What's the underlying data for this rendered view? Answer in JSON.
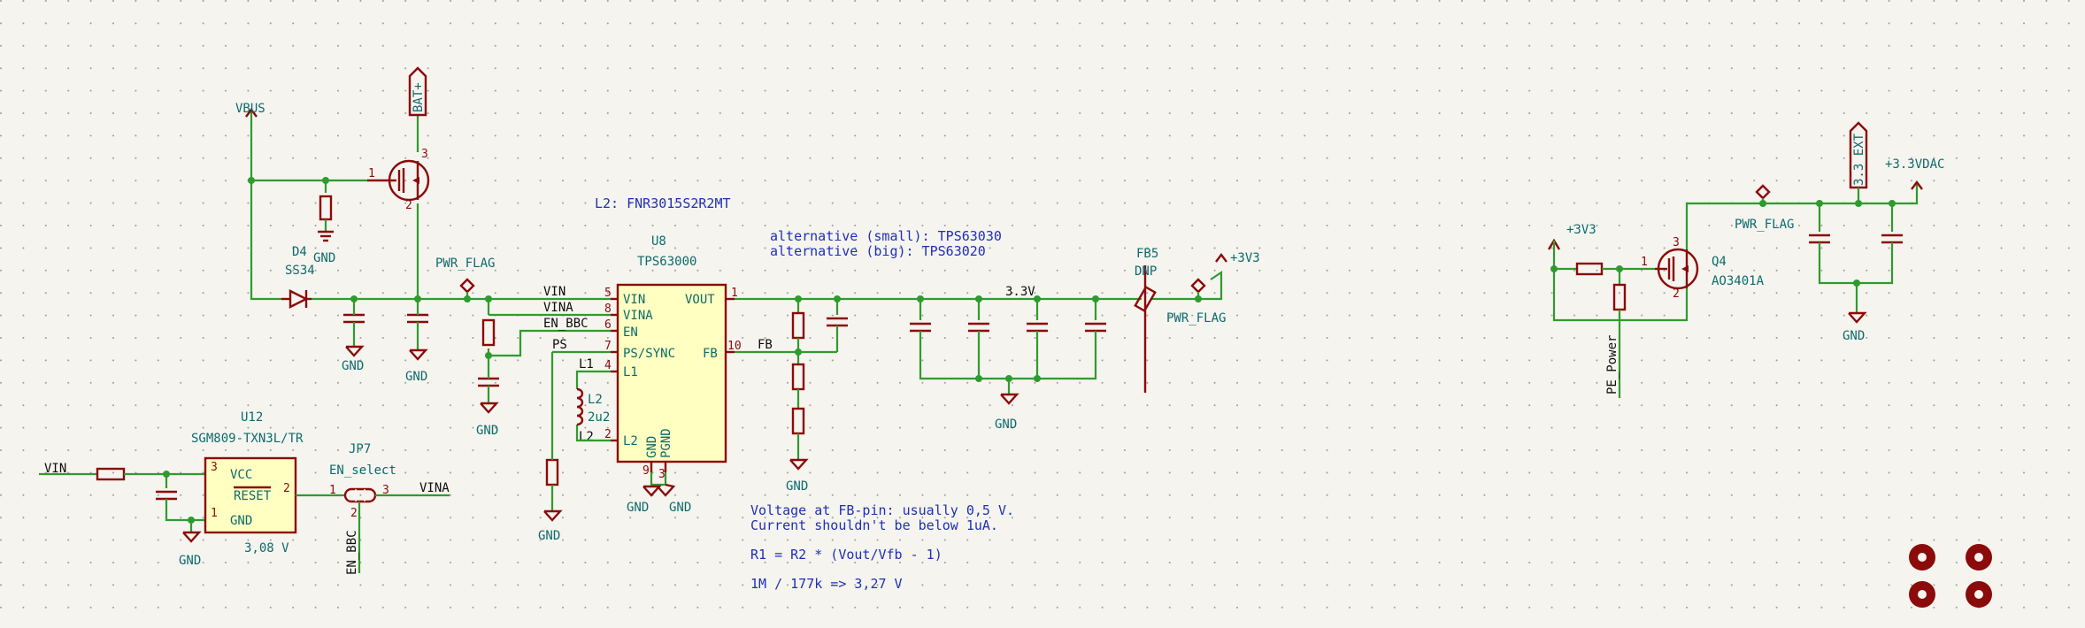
{
  "nets": {
    "vbus": "VBUS",
    "bat": "BAT+",
    "gnd": "GND",
    "pwr_flag": "PWR_FLAG",
    "v3v3_top": "+3V3",
    "v3v3_right": "+3V3",
    "v33vdac": "+3.3VDAC",
    "v33ext": "3.3_EXT",
    "pe_power": "PE_Power",
    "vin": "VIN",
    "vina": "VINA",
    "en_bbc": "EN_BBC",
    "ps": "PS",
    "l1": "L1",
    "l2": "L2",
    "fb": "FB",
    "v3_3": "3.3V"
  },
  "components": {
    "d4": {
      "ref": "D4",
      "value": "SS34"
    },
    "u8": {
      "ref": "U8",
      "value": "TPS63000",
      "pins_left": [
        "VIN",
        "VINA",
        "EN",
        "PS/SYNC",
        "L1",
        "L2"
      ],
      "pin_nums_left": [
        "5",
        "8",
        "6",
        "7",
        "4",
        "2"
      ],
      "pin_vout": "VOUT",
      "pin_vout_num": "1",
      "pin_fb": "FB",
      "pin_fb_num": "10",
      "pin_gnd": "GND",
      "pin_pgnd": "PGND",
      "pin_gnd_num": "9",
      "pin_pgnd_num": "3"
    },
    "l2": {
      "ref": "L2",
      "value": "2u2"
    },
    "fb5": {
      "ref": "FB5",
      "value": "DNP"
    },
    "q4": {
      "ref": "Q4",
      "value": "AO3401A"
    },
    "u12": {
      "ref": "U12",
      "value": "SGM809-TXN3L/TR",
      "voltage": "3,08 V",
      "pin_vcc": "VCC",
      "pin_reset": "RESET",
      "pin_gnd": "GND",
      "pin_vcc_num": "3",
      "pin_reset_num": "2",
      "pin_gnd_num": "1"
    },
    "jp7": {
      "ref": "JP7",
      "value": "EN_select",
      "pin1": "1",
      "pin2": "2",
      "pin3": "3"
    },
    "q_top": {
      "pin1": "1",
      "pin2": "2",
      "pin3": "3"
    },
    "q4_pins": {
      "pin1": "1",
      "pin2": "2",
      "pin3": "3"
    }
  },
  "notes": {
    "l2_part": "L2: FNR3015S2R2MT",
    "alt_small": "alternative (small): TPS63030",
    "alt_big": "alternative (big): TPS63020",
    "fb_line1": "Voltage at FB-pin: usually 0,5 V.",
    "fb_line2": "Current shouldn't be below 1uA.",
    "formula": "R1 = R2 * (Vout/Vfb - 1)",
    "calc": "1M / 177k => 3,27 V"
  },
  "colors": {
    "wire": "#2f9b2f",
    "component": "#8b0a0a",
    "ic_fill": "#ffffc2",
    "net_label": "#0d6b6b",
    "note": "#1f2fb8",
    "background": "#f5f4ef"
  }
}
